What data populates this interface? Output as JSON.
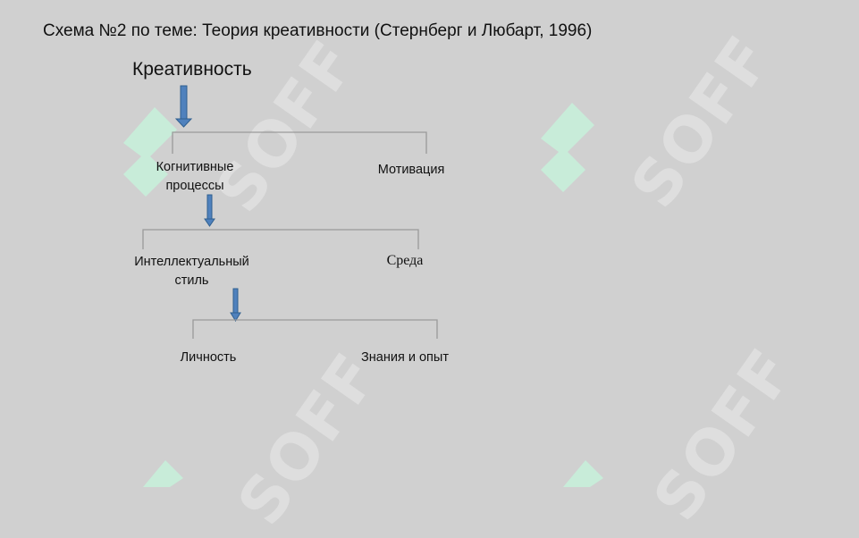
{
  "slide": {
    "title": "Схема №2 по теме: Теория креативности (Стернберг и Любарт, 1996)",
    "root": "Креативность",
    "watermark": "SOFF"
  },
  "nodes": {
    "cognitive": "Когнитивные процессы",
    "motivation": "Мотивация",
    "intellectual_style": "Интеллектуальный стиль",
    "environment": "Среда",
    "personality": "Личность",
    "knowledge": "Знания и опыт"
  },
  "colors": {
    "background": "#d0d0d0",
    "arrow": "#4f81bd",
    "bracket": "#9a9a9a",
    "watermark_logo": "#c8ecd9"
  }
}
